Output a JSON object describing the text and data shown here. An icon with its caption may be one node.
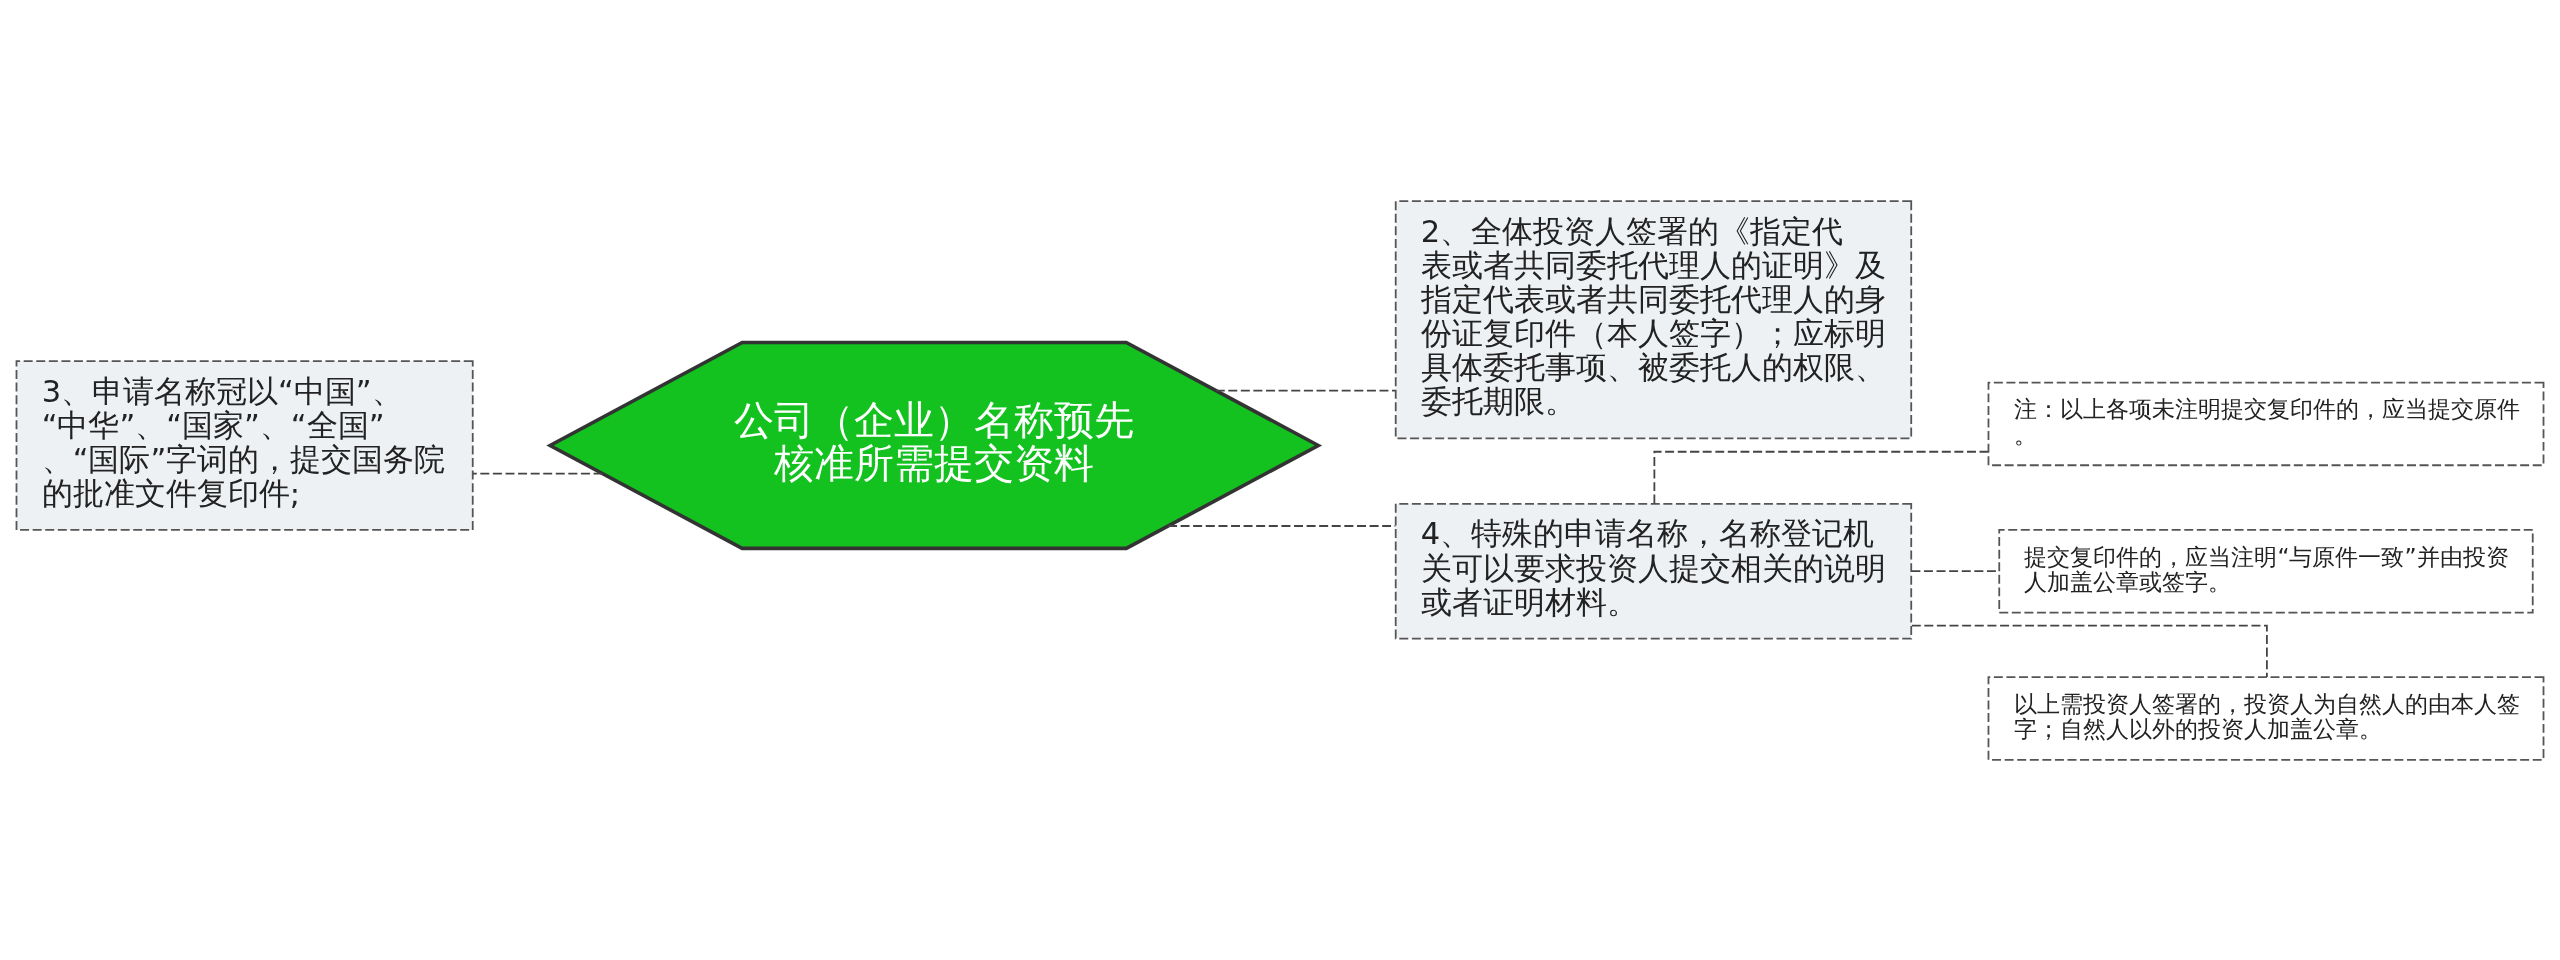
{
  "diagram": {
    "nodes": [
      {
        "text": [
          "公司（企业）名称预先核准所需提交资料"
        ]
      },
      {
        "text": [
          " 3、申请名称冠以“中国”、“中华”、“国家”、“全国”、“国际”字词的，提交国务院的批准文件复印件;"
        ]
      },
      {
        "text": [
          " 2、全体投资人签署的《指定代表或者共同委托代理人的证明》及指定代表或者共同委托代理人的身份证复印件（本人签字）；应标明具体委托事项、被委托人的权限、委托期限。"
        ]
      },
      {
        "text": [
          "4、特殊的申请名称，名称登记机关可以要求投资人提交相关的说明或者证明材料。"
        ]
      },
      {
        "text": [
          "注：以上各项未注明提交复印件的，应当提交原件。"
        ]
      },
      {
        "text": [
          "提交复印件的，应当注明“与原件一致”并由投资人加盖公章或签字。"
        ]
      },
      {
        "text": [
          "以上需投资人签署的，投资人为自然人的由本人签字；自然人以外的投资人加盖公章。"
        ]
      }
    ],
    "edges": [
      {
        "from": 0,
        "to": 1,
        "arrow": "none",
        "style": "dashed"
      },
      {
        "from": 0,
        "to": 2,
        "arrow": "none",
        "style": "dashed"
      },
      {
        "from": 0,
        "to": 3,
        "arrow": "none",
        "style": "dashed"
      },
      {
        "from": 3,
        "to": 4,
        "arrow": "none",
        "style": "dashed"
      },
      {
        "from": 3,
        "to": 5,
        "arrow": "none",
        "style": "dashed"
      },
      {
        "from": 3,
        "to": 6,
        "arrow": "none",
        "style": "dashed"
      }
    ]
  }
}
